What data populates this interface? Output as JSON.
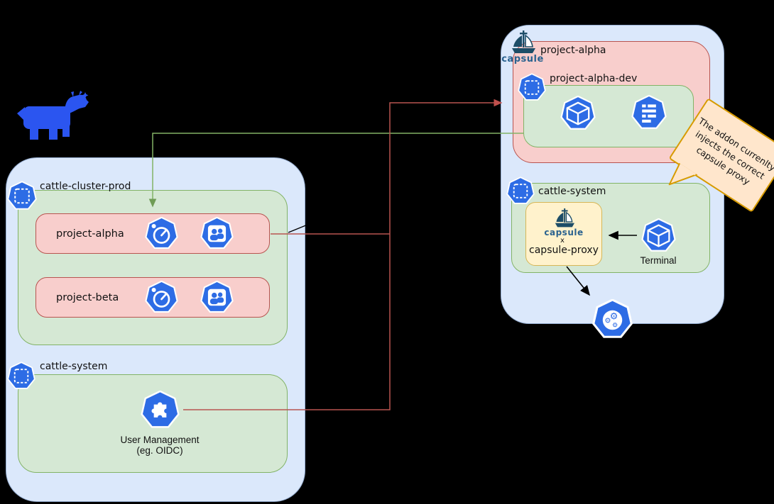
{
  "colors": {
    "k8s_blue": "#2d6ce5",
    "red_fill": "#f8cecc",
    "red_stroke": "#b85450",
    "green_fill": "#d5e8d4",
    "green_stroke": "#82b366",
    "blue_fill": "#dbe8fb",
    "blue_stroke": "#96aed1",
    "yellow_fill": "#fff2cc",
    "yellow_stroke": "#d6b656",
    "callout_fill": "#ffe6cc",
    "callout_stroke": "#d79b00",
    "rancher_blue": "#2b55f0",
    "capsule_navy": "#1d4d67"
  },
  "left_cluster": {
    "label": "cattle-cluster-prod",
    "projects": [
      {
        "label": "project-alpha"
      },
      {
        "label": "project-beta"
      }
    ],
    "system": {
      "label": "cattle-system",
      "workload_line1": "User Management",
      "workload_line2": "(eg. OIDC)"
    }
  },
  "right_cluster": {
    "capsule_text": "capsule",
    "project": {
      "label": "project-alpha",
      "namespace_label": "project-alpha-dev"
    },
    "system": {
      "label": "cattle-system",
      "proxy_capsule_text": "capsule",
      "proxy_mark": "x",
      "proxy_label": "capsule-proxy",
      "terminal_label": "Terminal"
    }
  },
  "callout": {
    "line1": "The addon currenlty",
    "line2": "injects the correct",
    "line3": "capsule proxy"
  },
  "icons": {
    "gear_glyph": "⚙",
    "names": [
      "rancher-logo",
      "capsule-sailboat-logo",
      "namespace-icon",
      "gauge-limit-icon",
      "users-rbac-icon",
      "pod-cube-icon",
      "resource-list-icon",
      "plugin-puzzle-icon",
      "control-plane-gears-icon"
    ]
  }
}
